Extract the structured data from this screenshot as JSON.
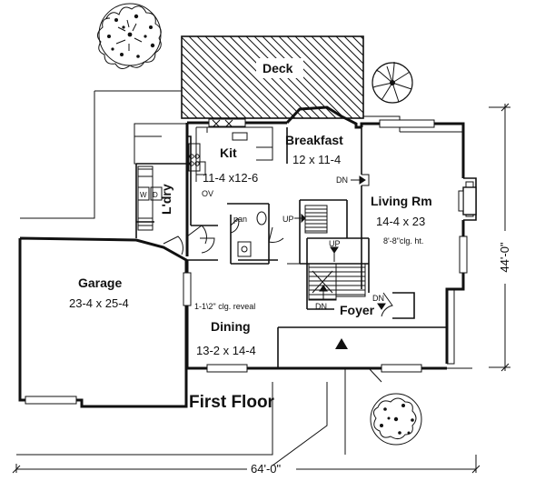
{
  "plan": {
    "title": "First Floor",
    "overall_width": "64'-0\"",
    "overall_depth": "44'-0\"",
    "rooms": {
      "deck": {
        "name": "Deck"
      },
      "breakfast": {
        "name": "Breakfast",
        "size": "12 x 11-4"
      },
      "kitchen": {
        "name": "Kit",
        "size": "11-4 x12-6"
      },
      "laundry": {
        "name": "L'dry"
      },
      "living": {
        "name": "Living Rm",
        "size": "14-4 x 23",
        "note": "8'-8\"clg. ht."
      },
      "garage": {
        "name": "Garage",
        "size": "23-4 x 25-4"
      },
      "dining": {
        "name": "Dining",
        "size": "13-2 x 14-4",
        "note": "1-1\\2\" clg. reveal"
      },
      "foyer": {
        "name": "Foyer"
      }
    },
    "fixtures": {
      "washer": "W",
      "dryer": "D",
      "oven": "OV",
      "pantry": "pan"
    },
    "stair_labels": {
      "up_main": "UP",
      "up_upper": "UP",
      "dn_stair": "DN",
      "dn_breakfast": "DN",
      "dn_foyer": "DN"
    }
  }
}
